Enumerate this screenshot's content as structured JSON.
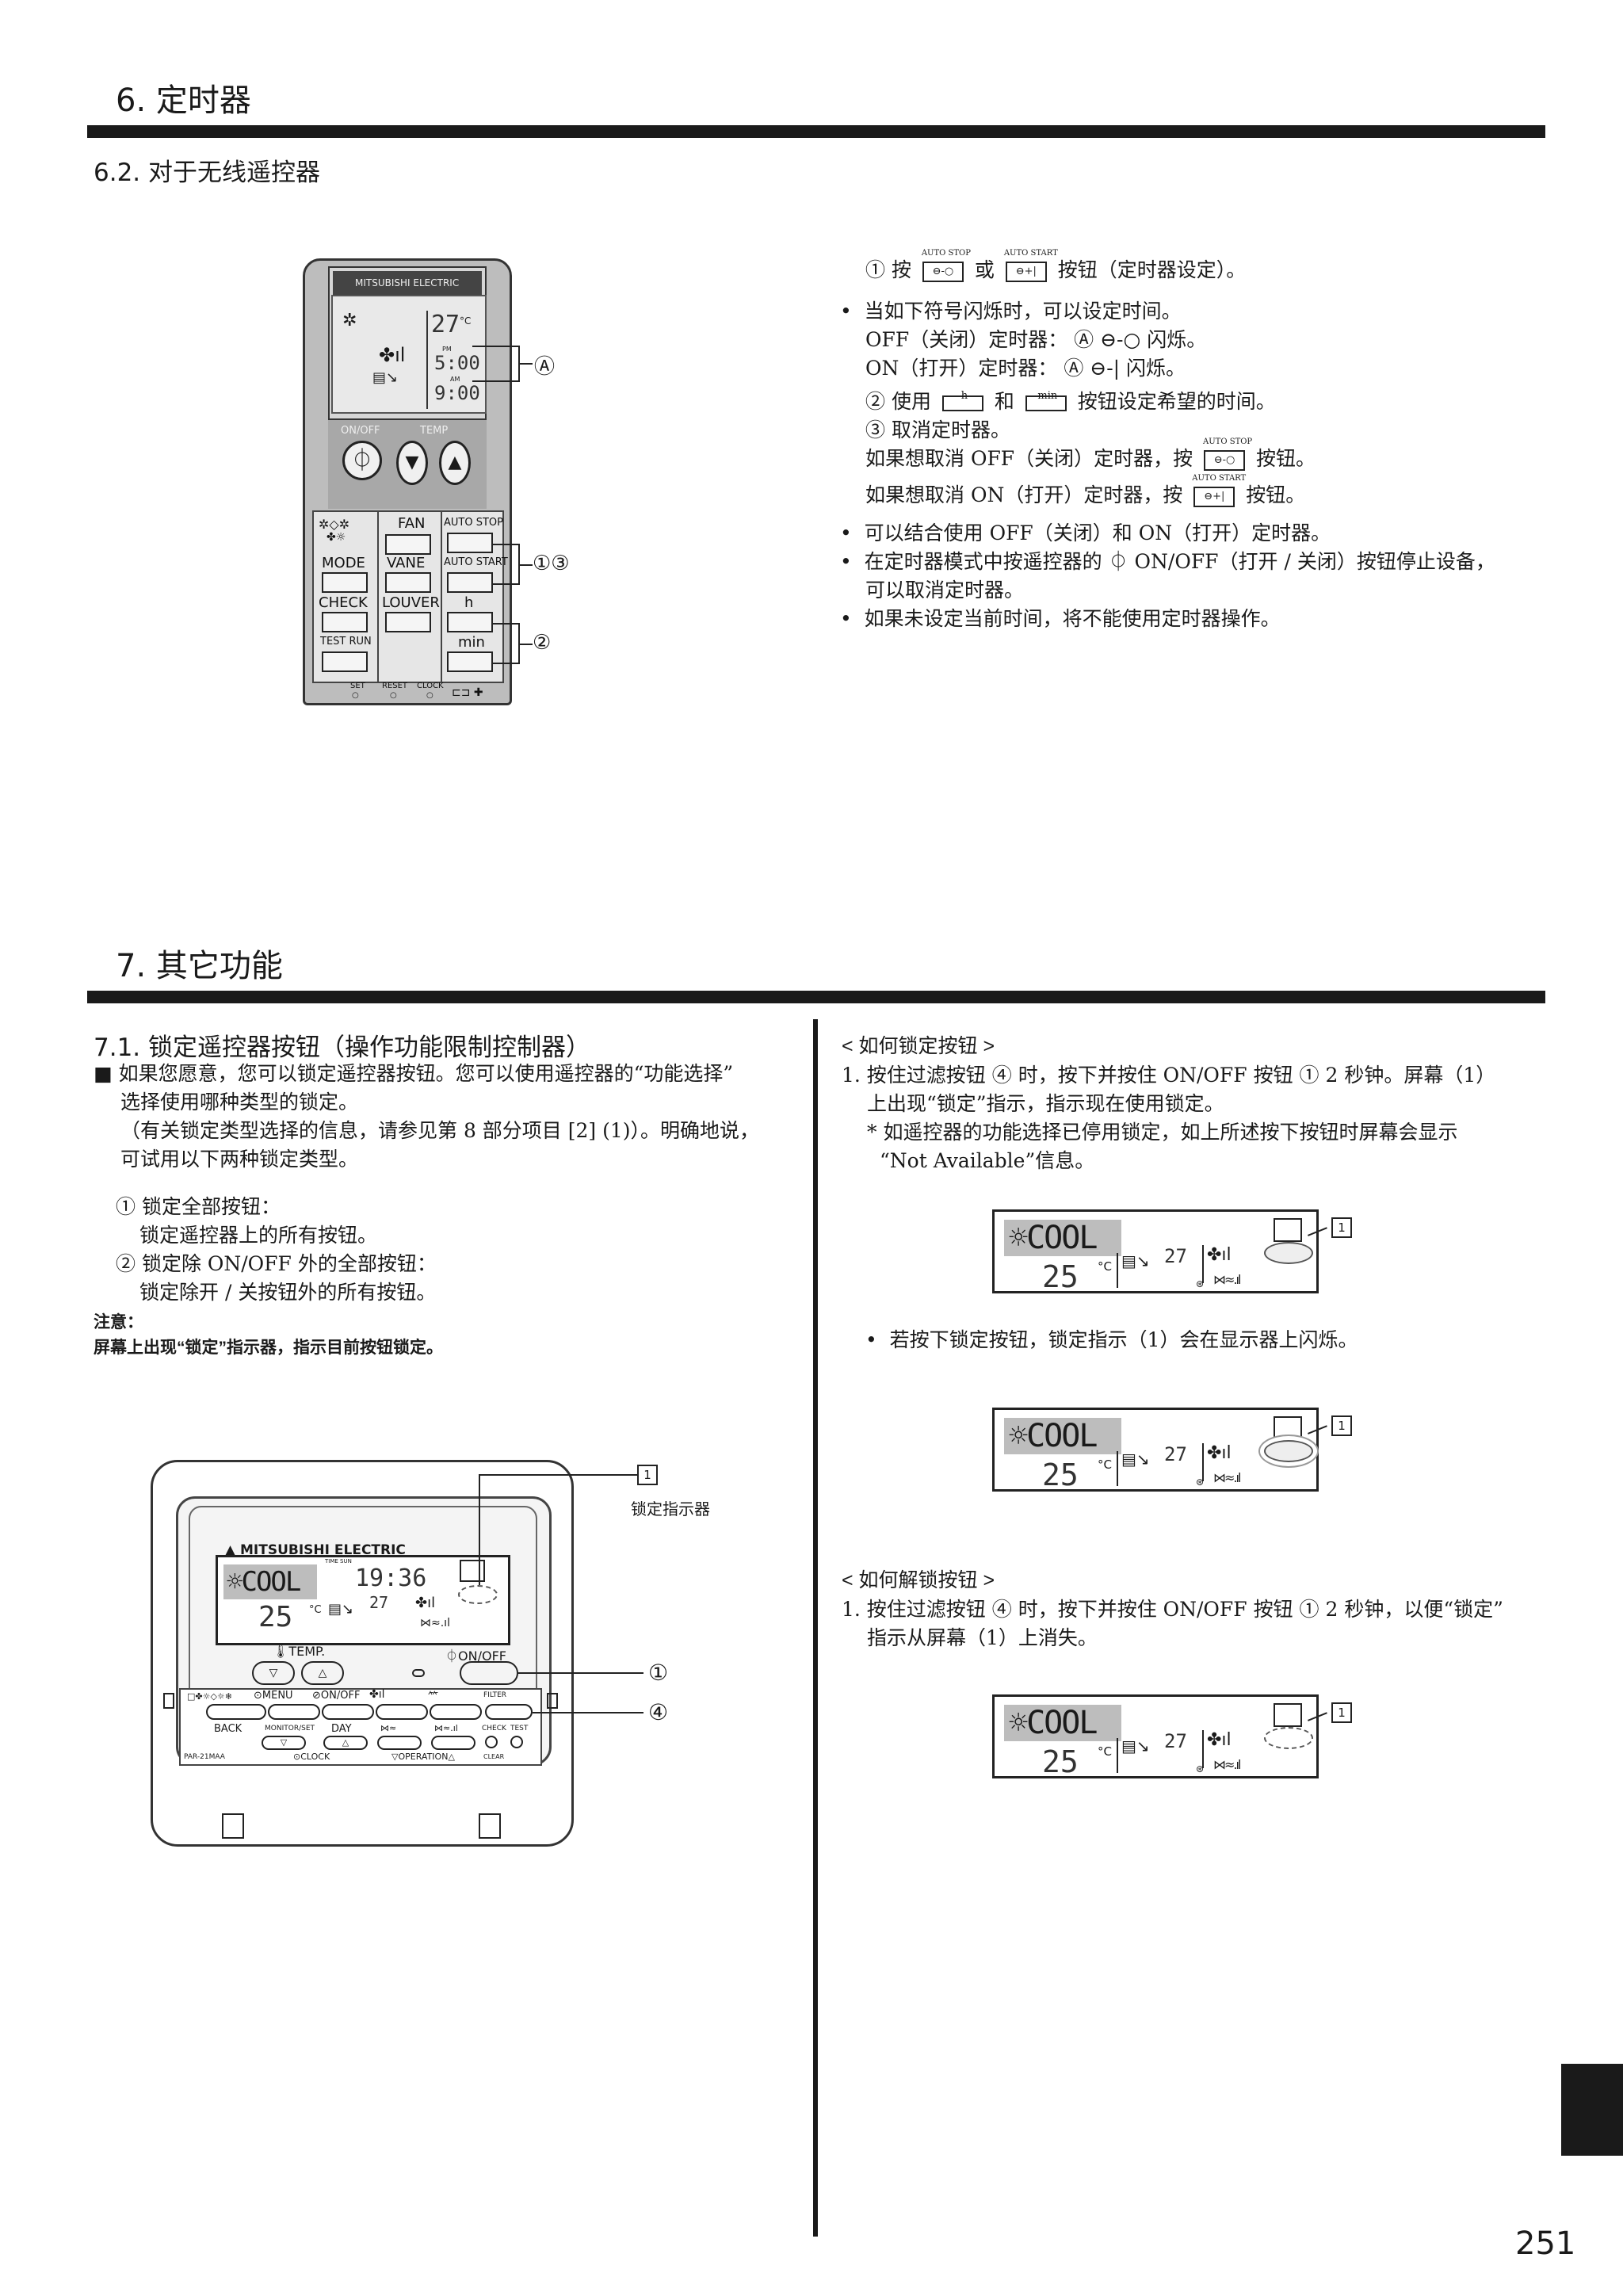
{
  "section6": {
    "title": "6. 定时器",
    "subtitle": "6.2. 对于无线遥控器"
  },
  "wireless_remote": {
    "brand": "MITSUBISHI ELECTRIC",
    "display_temp": "27",
    "display_time1": "5:00",
    "display_time2": "9:00",
    "pm": "PM",
    "am": "AM",
    "label_onoff": "ON/OFF",
    "label_temp": "TEMP",
    "label_fan": "FAN",
    "label_auto_stop": "AUTO STOP",
    "label_auto_start": "AUTO START",
    "label_mode": "MODE",
    "label_vane": "VANE",
    "label_check": "CHECK",
    "label_louver": "LOUVER",
    "label_h": "h",
    "label_test_run": "TEST RUN",
    "label_min": "min",
    "label_set": "SET",
    "label_reset": "RESET",
    "label_clock": "CLOCK",
    "callout_a": "Ⓐ",
    "callout_13": "①③",
    "callout_2": "②"
  },
  "timer_text": {
    "line1_pre": "① 按",
    "line1_mid": "或",
    "line1_post": "按钮（定时器设定）。",
    "key_auto_stop": "AUTO STOP",
    "key_auto_start": "AUTO START",
    "bullet1": "当如下符号闪烁时，可以设定时间。",
    "off_line": "OFF（关闭）定时器：  Ⓐ  ⊖-○  闪烁。",
    "on_line": "ON（打开）定时器：  Ⓐ  ⊖-|  闪烁。",
    "line2_pre": "② 使用",
    "line2_mid": "和",
    "line2_post": "按钮设定希望的时间。",
    "key_h": "h",
    "key_min": "min",
    "line3": "③ 取消定时器。",
    "cancel_off_pre": "如果想取消 OFF（关闭）定时器，按",
    "cancel_off_post": "按钮。",
    "cancel_on_pre": "如果想取消 ON（打开）定时器，按",
    "cancel_on_post": "按钮。",
    "bullet2": "可以结合使用 OFF（关闭）和 ON（打开）定时器。",
    "bullet3a": "在定时器模式中按遥控器的  ⏀  ON/OFF（打开 / 关闭）按钮停止设备，",
    "bullet3b": "可以取消定时器。",
    "bullet4": "如果未设定当前时间，将不能使用定时器操作。"
  },
  "section7": {
    "title": "7. 其它功能",
    "subtitle": "7.1.  锁定遥控器按钮（操作功能限制控制器）",
    "p1a": "■ 如果您愿意，您可以锁定遥控器按钮。您可以使用遥控器的“功能选择”",
    "p1b": "选择使用哪种类型的锁定。",
    "p1c": "（有关锁定类型选择的信息，请参见第 8 部分项目 [2] (1)）。明确地说，",
    "p1d": "可试用以下两种锁定类型。",
    "lock1_title": "① 锁定全部按钮：",
    "lock1_desc": "锁定遥控器上的所有按钮。",
    "lock2_title": "② 锁定除 ON/OFF 外的全部按钮：",
    "lock2_desc": "锁定除开 / 关按钮外的所有按钮。",
    "note_label": "注意：",
    "note_text": "屏幕上出现“锁定”指示器，指示目前按钮锁定。",
    "lock_indicator_label": "锁定指示器",
    "callout_1box": "1",
    "callout_1": "①",
    "callout_4": "④"
  },
  "wired_remote": {
    "brand": "MITSUBISHI ELECTRIC",
    "mode": "COOL",
    "time": "19:36",
    "time_label": "TIME  SUN",
    "set_temp": "25",
    "room_temp": "27",
    "unit": "°C",
    "label_temp": "TEMP.",
    "label_onoff": "ON/OFF",
    "label_menu": "MENU",
    "label_onoff2": "ON/OFF",
    "label_filter": "FILTER",
    "label_back": "BACK",
    "label_monitor": "MONITOR/SET",
    "label_day": "DAY",
    "label_check": "CHECK",
    "label_test": "TEST",
    "label_clock": "CLOCK",
    "label_operation": "OPERATION",
    "label_clear": "CLEAR",
    "model": "PAR-21MAA"
  },
  "lock_how": {
    "title": "< 如何锁定按钮 >",
    "l1": "1. 按住过滤按钮 ④ 时，按下并按住 ON/OFF 按钮 ①  2 秒钟。屏幕（1）",
    "l2": "上出现“锁定”指示，指示现在使用锁定。",
    "l3": "* 如遥控器的功能选择已停用锁定，如上所述按下按钮时屏幕会显示",
    "l4": "“Not Available”信息。",
    "bullet": "若按下锁定按钮，锁定指示（1）会在显示器上闪烁。"
  },
  "unlock_how": {
    "title": "< 如何解锁按钮 >",
    "l1": "1. 按住过滤按钮 ④ 时，按下并按住 ON/OFF 按钮 ① 2 秒钟，以便“锁定”",
    "l2": "指示从屏幕（1）上消失。"
  },
  "lcd": {
    "mode": "COOL",
    "set_temp": "25",
    "room_temp": "27",
    "unit": "°C",
    "tag": "1"
  },
  "page_number": "251"
}
